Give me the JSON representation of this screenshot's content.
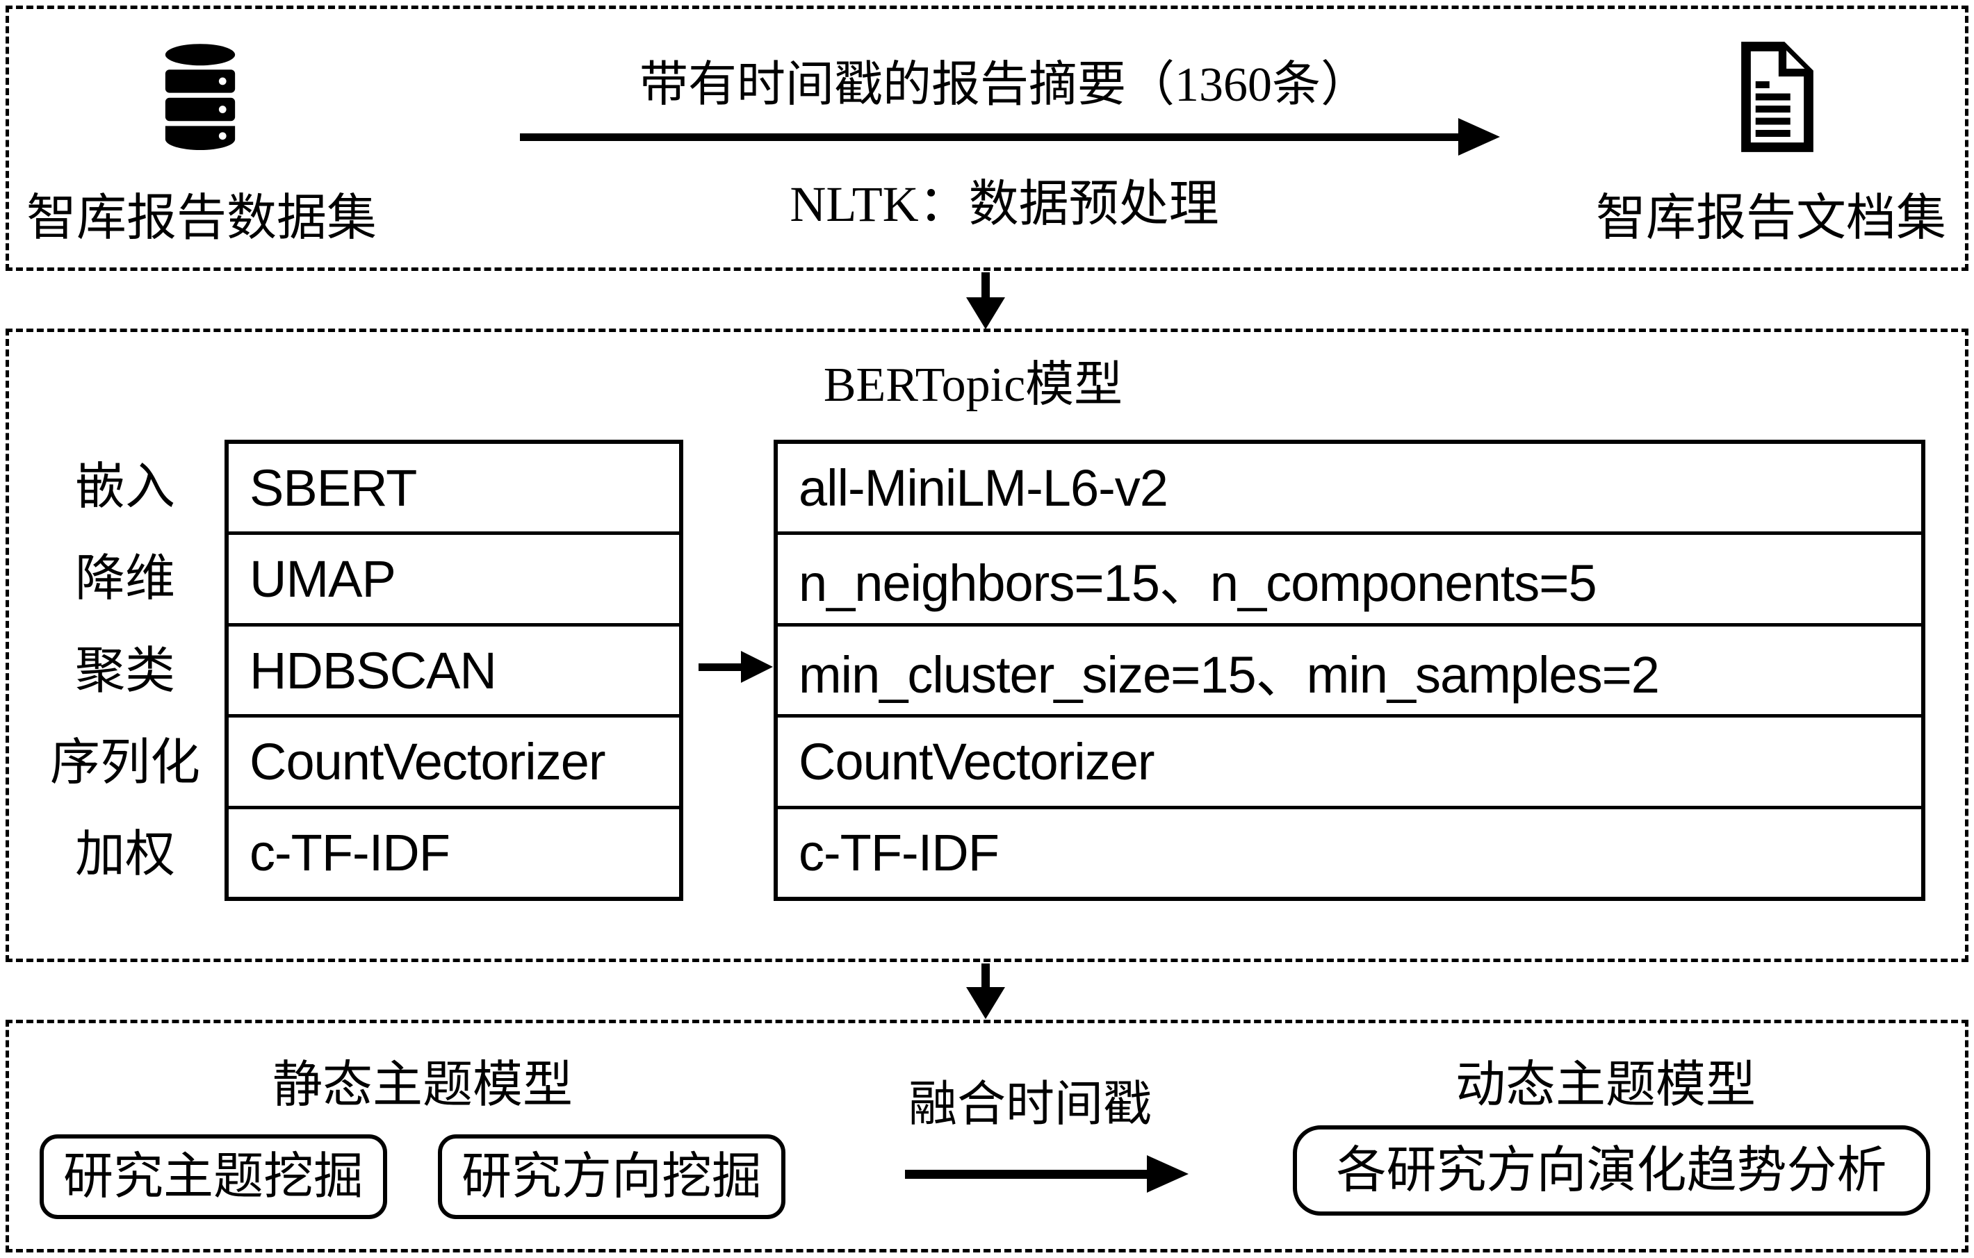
{
  "colors": {
    "ink": "#000000",
    "background": "#ffffff"
  },
  "icons": {
    "dataset": "database-cylinder",
    "documents": "document-text"
  },
  "top": {
    "db_label": "智库报告数据集",
    "arrow_label": "带有时间戳的报告摘要（1360条）",
    "nltk_label": "NLTK：数据预处理",
    "doc_label": "智库报告文档集"
  },
  "bertopic": {
    "title": "BERTopic模型",
    "steps": [
      {
        "label": "嵌入",
        "component": "SBERT",
        "config": "all-MiniLM-L6-v2"
      },
      {
        "label": "降维",
        "component": "UMAP",
        "config": "n_neighbors=15、n_components=5"
      },
      {
        "label": "聚类",
        "component": "HDBSCAN",
        "config": "min_cluster_size=15、min_samples=2"
      },
      {
        "label": "序列化",
        "component": "CountVectorizer",
        "config": "CountVectorizer"
      },
      {
        "label": "加权",
        "component": "c-TF-IDF",
        "config": "c-TF-IDF"
      }
    ]
  },
  "bottom": {
    "static_title": "静态主题模型",
    "static_boxes": [
      "研究主题挖掘",
      "研究方向挖掘"
    ],
    "fusion_label": "融合时间戳",
    "dynamic_title": "动态主题模型",
    "dynamic_box": "各研究方向演化趋势分析"
  }
}
